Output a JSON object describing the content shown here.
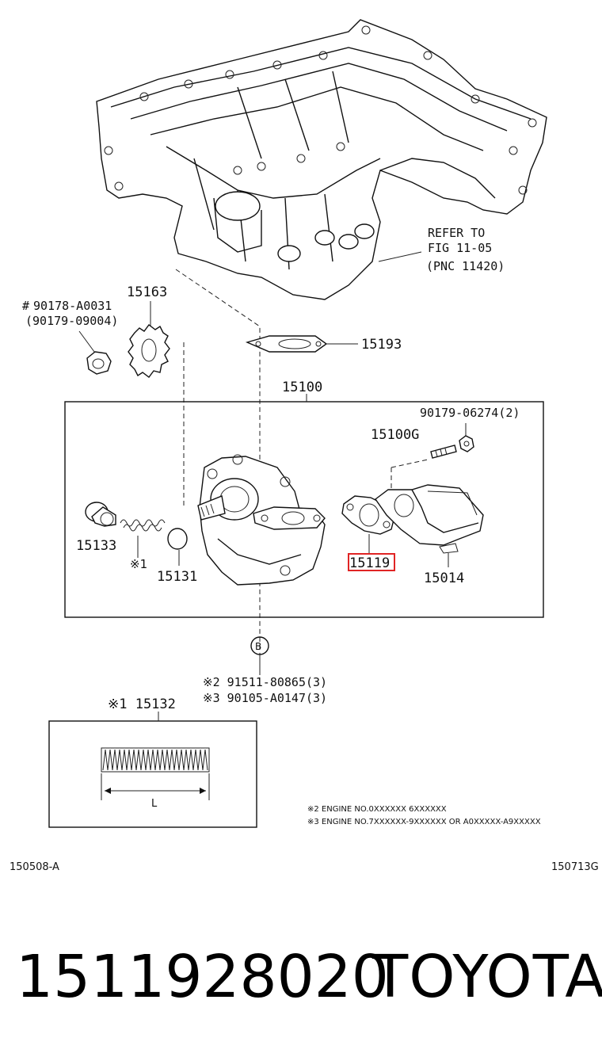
{
  "diagram": {
    "refer": {
      "line1": "REFER TO",
      "line2": "FIG 11-05",
      "line3": "(PNC 11420)"
    },
    "labels": {
      "p15163": "15163",
      "nut_primary": "90178-A0031",
      "nut_primary_mark": "#",
      "nut_alt": "(90179-09004)",
      "p15193": "15193",
      "p15100": "15100",
      "p90179": "90179-06274(2)",
      "p15100G": "15100G",
      "p15133": "15133",
      "note_mark1": "※1",
      "p15131": "15131",
      "p15119": "15119",
      "p15014": "15014",
      "callout_b": "B",
      "bolt1": "※2 91511-80865(3)",
      "bolt2": "※3 90105-A0147(3)",
      "p15132": "※1 15132",
      "spring_len": "L",
      "engine_note1": "※2 ENGINE NO.0XXXXXX 6XXXXXX",
      "engine_note2": "※3 ENGINE NO.7XXXXXX-9XXXXXX OR A0XXXXX-A9XXXXX",
      "code_left": "150508-A",
      "code_right": "150713G"
    },
    "highlight_color": "#e02424"
  },
  "footer": {
    "part_number": "1511928020",
    "brand": "TOYOTA"
  }
}
